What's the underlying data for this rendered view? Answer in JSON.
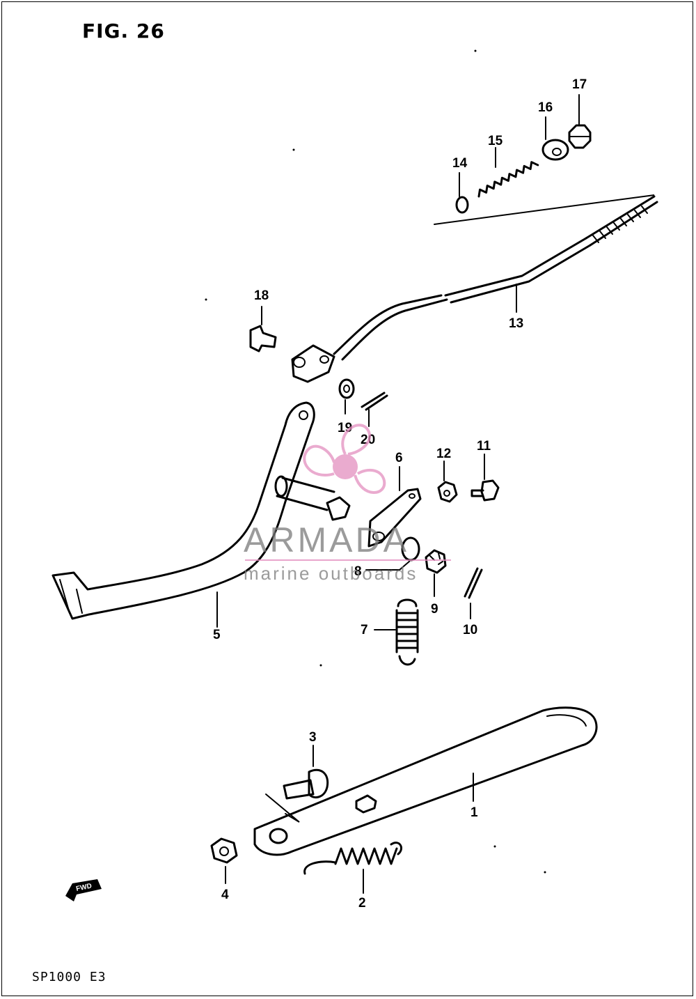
{
  "figure": {
    "title": "FIG. 26",
    "model_code": "SP1000 E3",
    "fwd_label": "FWD"
  },
  "watermark": {
    "brand": "ARMADA",
    "tagline": "marine outboards",
    "color": "#e48fc0"
  },
  "callouts": [
    {
      "id": "1",
      "label": "1"
    },
    {
      "id": "2",
      "label": "2"
    },
    {
      "id": "3",
      "label": "3"
    },
    {
      "id": "4",
      "label": "4"
    },
    {
      "id": "5",
      "label": "5"
    },
    {
      "id": "6",
      "label": "6"
    },
    {
      "id": "7",
      "label": "7"
    },
    {
      "id": "8",
      "label": "8"
    },
    {
      "id": "9",
      "label": "9"
    },
    {
      "id": "10",
      "label": "10"
    },
    {
      "id": "11",
      "label": "11"
    },
    {
      "id": "12",
      "label": "12"
    },
    {
      "id": "13",
      "label": "13"
    },
    {
      "id": "14",
      "label": "14"
    },
    {
      "id": "15",
      "label": "15"
    },
    {
      "id": "16",
      "label": "16"
    },
    {
      "id": "17",
      "label": "17"
    },
    {
      "id": "18",
      "label": "18"
    },
    {
      "id": "19",
      "label": "19"
    },
    {
      "id": "20",
      "label": "20"
    }
  ]
}
